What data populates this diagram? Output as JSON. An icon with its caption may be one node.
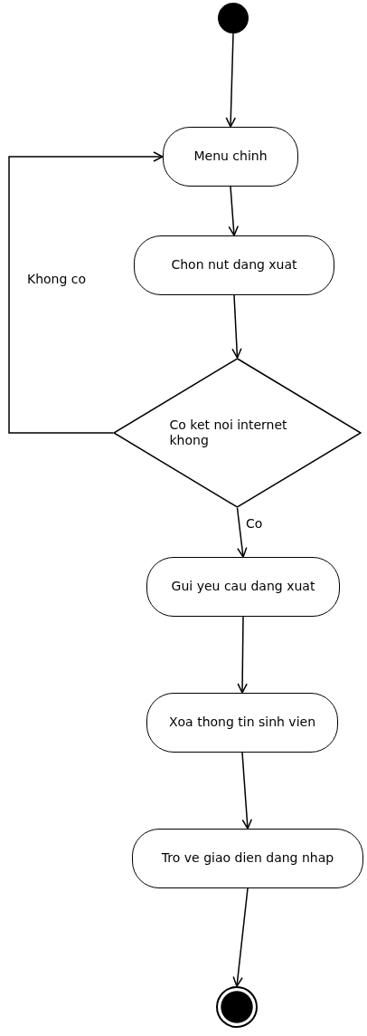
{
  "diagram": {
    "nodes": [
      {
        "text": [],
        "shape": "circle"
      },
      {
        "text": [
          "Menu chinh"
        ]
      },
      {
        "text": [
          "Chon nut dang xuat"
        ]
      },
      {
        "text": [
          "Co ket noi internet khong"
        ]
      },
      {
        "text": [
          "Gui yeu cau dang xuat"
        ]
      },
      {
        "text": [
          "Xoa thong tin sinh vien"
        ]
      },
      {
        "text": [
          "Tro ve giao dien dang nhap"
        ]
      },
      {
        "text": [],
        "shape": "circle"
      }
    ],
    "edges": [
      {
        "from": 0,
        "to": 1,
        "arrow": "to"
      },
      {
        "from": 1,
        "to": 2,
        "arrow": "to"
      },
      {
        "from": 2,
        "to": 3,
        "arrow": "to"
      },
      {
        "from": 3,
        "to": 1,
        "arrow": "to",
        "label": "Khong co"
      },
      {
        "from": 3,
        "to": 4,
        "arrow": "to",
        "label": "Co"
      },
      {
        "from": 4,
        "to": 5,
        "arrow": "to"
      },
      {
        "from": 5,
        "to": 6,
        "arrow": "to"
      },
      {
        "from": 6,
        "to": 7,
        "arrow": "to"
      }
    ]
  }
}
